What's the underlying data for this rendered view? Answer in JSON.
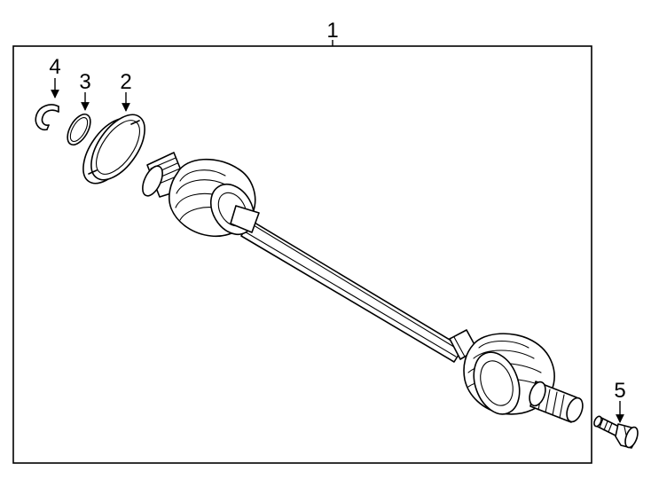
{
  "callouts": {
    "c1": "1",
    "c2": "2",
    "c3": "3",
    "c4": "4",
    "c5": "5"
  },
  "parts": [
    {
      "num": "1",
      "part": "axle-shaft-assembly"
    },
    {
      "num": "2",
      "part": "seal"
    },
    {
      "num": "3",
      "part": "o-ring"
    },
    {
      "num": "4",
      "part": "snap-ring"
    },
    {
      "num": "5",
      "part": "bolt"
    }
  ]
}
